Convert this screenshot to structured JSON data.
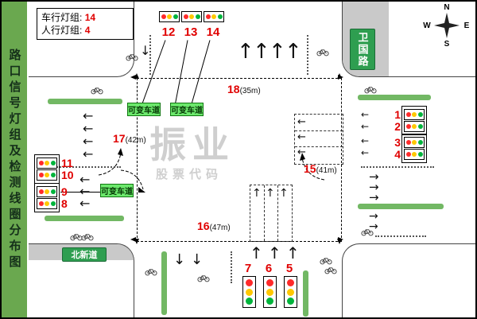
{
  "title_strip": {
    "text": "路口信号灯组及检测线圈分布图"
  },
  "info_box": {
    "label1": "车行灯组:",
    "value1": "14",
    "label2": "人行灯组:",
    "value2": "4"
  },
  "road_signs": {
    "north": "卫国路",
    "west": "北新道"
  },
  "compass": {
    "n": "N",
    "s": "S",
    "e": "E",
    "w": "W"
  },
  "signals": {
    "top": [
      "12",
      "13",
      "14"
    ],
    "right": [
      "1",
      "2",
      "3",
      "4"
    ],
    "left": [
      "11",
      "10",
      "9",
      "8"
    ],
    "bottom": [
      "7",
      "6",
      "5"
    ]
  },
  "measurements": [
    {
      "num": "18",
      "dist": "(35m)"
    },
    {
      "num": "17",
      "dist": "(42m)"
    },
    {
      "num": "16",
      "dist": "(47m)"
    },
    {
      "num": "15",
      "dist": "(41m)"
    }
  ],
  "variable_lanes": [
    "可变车道",
    "可变车道",
    "可变车道"
  ],
  "watermark": {
    "line1": "振业",
    "line2": "股票代码"
  },
  "colors": {
    "red_light": "#ff2a2a",
    "yellow_light": "#ffc800",
    "green_light": "#00b43c",
    "number_red": "#e00000",
    "median_green": "#72b864",
    "sign_green": "#2e9e50",
    "strip_green": "#6aa84f",
    "variable_lane_green": "#6ce86c"
  }
}
